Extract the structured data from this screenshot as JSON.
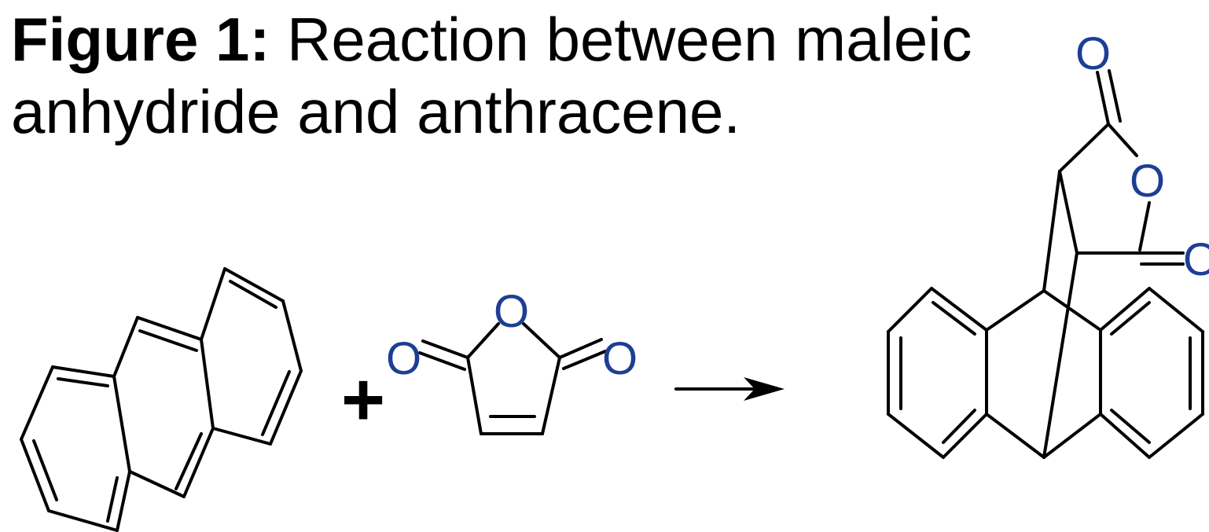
{
  "caption": {
    "label": "Figure 1:",
    "text_line1": " Reaction between maleic",
    "text_line2": "anhydride and anthracene."
  },
  "scheme": {
    "reactant_1": "anthracene",
    "operator": "+",
    "reactant_2": "maleic anhydride",
    "product": "Diels-Alder adduct",
    "atom_symbol": "O"
  },
  "colors": {
    "atom_label": "#1c3f94",
    "bond": "#000000",
    "text": "#000000",
    "background": "#ffffff"
  }
}
